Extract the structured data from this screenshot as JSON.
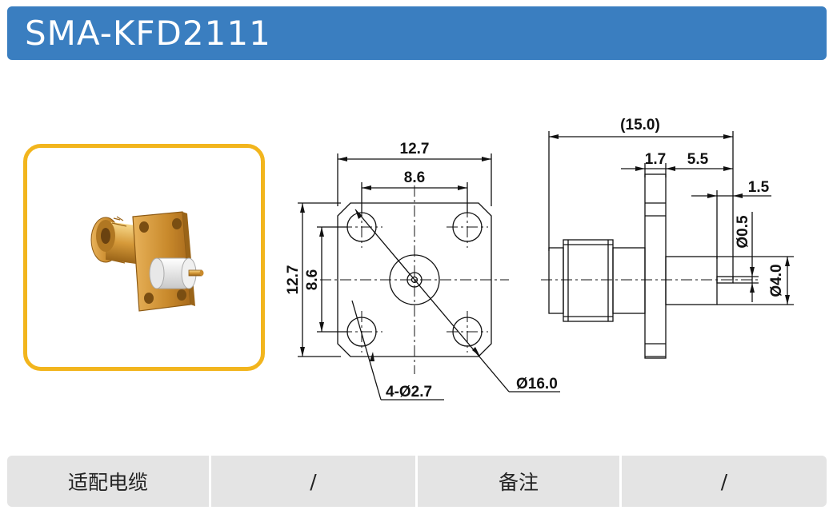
{
  "header": {
    "title": "SMA-KFD2111"
  },
  "product_photo": {
    "frame_color": "#f2b51d",
    "image": "gold-sma-flange-connector"
  },
  "front_view": {
    "dim_width": "12.7",
    "dim_hole_spacing_x": "8.6",
    "dim_height": "12.7",
    "dim_hole_spacing_y": "8.6",
    "dim_holes": "4-Ø2.7",
    "dim_diameter": "Ø16.0"
  },
  "side_view": {
    "dim_total_length": "(15.0)",
    "dim_flange": "1.7",
    "dim_body": "5.5",
    "dim_pin_length": "1.5",
    "dim_pin_dia": "Ø0.5",
    "dim_insulator_dia": "Ø4.0"
  },
  "spec_table": {
    "cable_label": "适配电缆",
    "cable_value": "/",
    "note_label": "备注",
    "note_value": "/"
  },
  "colors": {
    "header_bg": "#3a7ec0",
    "table_bg": "#e4e4e4",
    "accent": "#f2b51d"
  }
}
